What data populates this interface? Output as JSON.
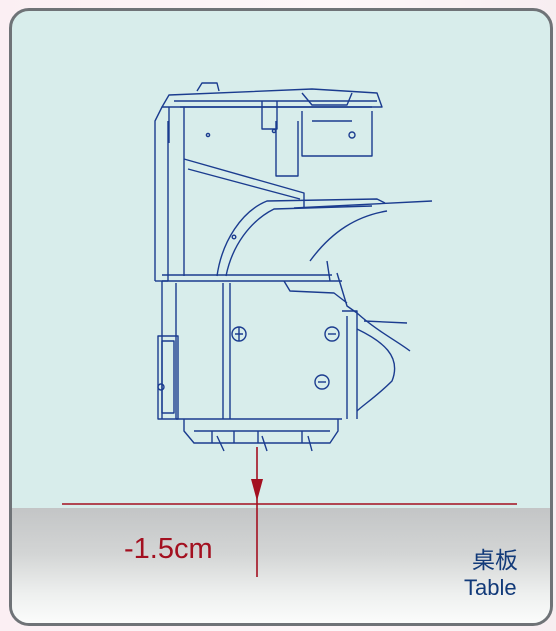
{
  "measurement": {
    "label": "-1.5cm"
  },
  "surface": {
    "label_zh": "桌板",
    "label_en": "Table"
  },
  "colors": {
    "panel_bg": "#d8edeb",
    "panel_border": "#6f7377",
    "line_art": "#1b3c8f",
    "measure": "#a31020",
    "label_text": "#123a79"
  }
}
